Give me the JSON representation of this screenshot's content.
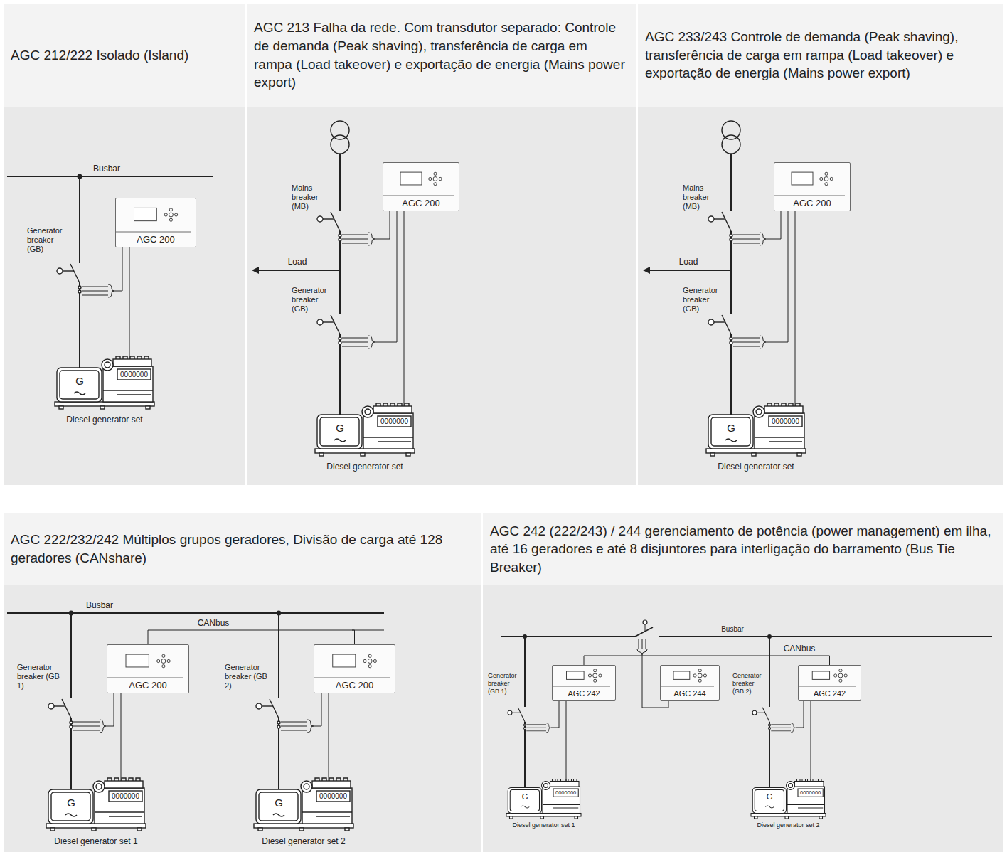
{
  "diagram": {
    "nodes": [
      {
        "text": [
          "AGC 212/222 Isolado (Island)"
        ]
      },
      {
        "text": [
          "AGC 200"
        ],
        "in": 0
      },
      {
        "text": [
          "AGC 213 Falha da rede. Com transdutor separado: Controle de demanda (Peak shaving), transferência de carga em rampa (Load takeover) e exportação de energia (Mains power export)"
        ]
      },
      {
        "text": [
          "AGC 200"
        ],
        "in": 2
      },
      {
        "text": [
          "AGC 233/243 Controle de demanda (Peak shaving), transferência de carga em rampa (Load takeover) e exportação de energia (Mains power export)"
        ]
      },
      {
        "text": [
          "AGC 200"
        ],
        "in": 4
      },
      {
        "text": [
          "AGC 222/232/242 Múltiplos grupos geradores, Divisão de carga até 128 geradores (CANshare)"
        ]
      },
      {
        "text": [
          "AGC 200"
        ],
        "in": 6
      },
      {
        "text": [
          "AGC 200"
        ],
        "in": 6
      },
      {
        "text": [
          "AGC 242 (222/243) / 244 gerenciamento de potência (power management) em ilha, até 16 geradores e até 8 disjuntores para interligação do barramento (Bus Tie Breaker)"
        ]
      },
      {
        "text": [
          "AGC 242"
        ],
        "in": 9
      },
      {
        "text": [
          "AGC 244"
        ],
        "in": 9
      },
      {
        "text": [
          "AGC 242"
        ],
        "in": 9
      }
    ],
    "edges": [
      {
        "from": 7,
        "to": 8,
        "label": "CANbus",
        "arrow": "none"
      },
      {
        "from": 10,
        "to": 12,
        "label": "CANbus",
        "arrow": "none"
      }
    ],
    "labels": [
      "Busbar",
      "Generator breaker (GB)",
      "G",
      "0000000",
      "Diesel generator set",
      "Mains breaker (MB)",
      "Load",
      "Generator breaker (GB)",
      "G",
      "0000000",
      "Diesel generator set",
      "Mains breaker (MB)",
      "Load",
      "Generator breaker (GB)",
      "G",
      "0000000",
      "Diesel generator set",
      "Busbar",
      "Generator breaker (GB 1)",
      "Generator breaker (GB 2)",
      "G",
      "0000000",
      "Diesel generator set 1",
      "G",
      "0000000",
      "Diesel generator set 2",
      "Busbar",
      "Generator breaker (GB 1)",
      "Generator breaker (GB 2)",
      "G",
      "0000000",
      "Diesel generator set 1",
      "G",
      "0000000",
      "Diesel generator set 2"
    ]
  }
}
